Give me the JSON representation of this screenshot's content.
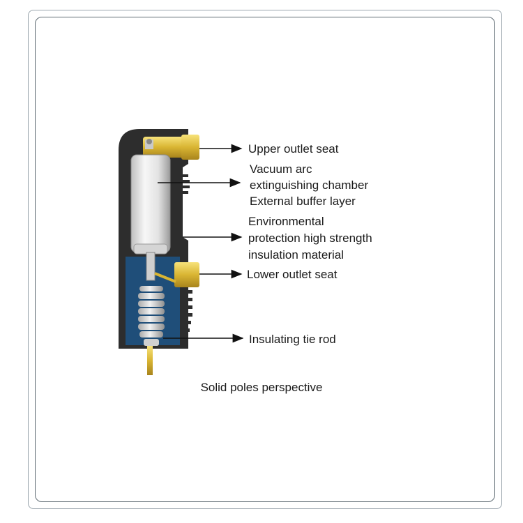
{
  "labels": {
    "upper_outlet_seat": "Upper outlet seat",
    "vacuum_line1": "Vacuum arc",
    "vacuum_line2": "extinguishing chamber",
    "vacuum_line3": "External buffer layer",
    "env_line1": "Environmental",
    "env_line2": "protection high strength",
    "env_line3": "insulation material",
    "lower_outlet_seat": "Lower outlet seat",
    "insulating_tie_rod": "Insulating tie rod"
  },
  "caption": "Solid poles perspective",
  "colors": {
    "pole_body": "#2d2d2d",
    "lower_cavity": "#1f4e79",
    "brass": "#e8c84a",
    "vacuum_chamber": "#e6e6e6",
    "frame": "#5f6b73"
  }
}
